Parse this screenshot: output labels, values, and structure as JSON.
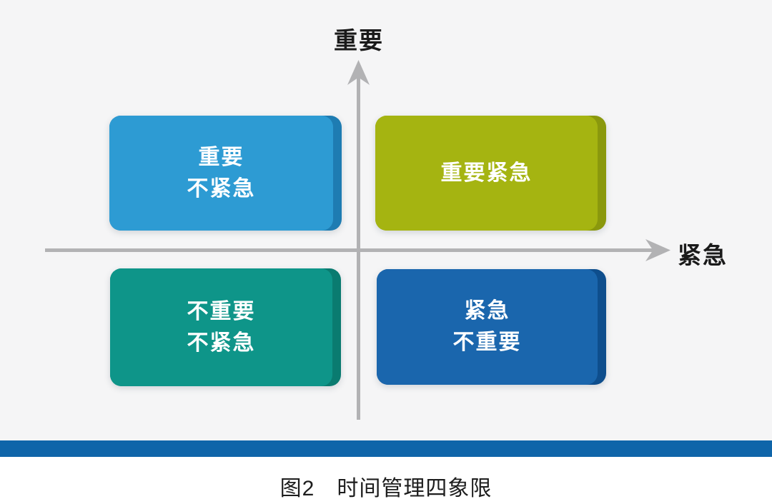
{
  "figure_caption": "图2　时间管理四象限",
  "caption_color": "#1d1d1d",
  "background_color": "#f5f5f6",
  "footer_background": "#ffffff",
  "divider_bar_color": "#0f65a9",
  "quadrant_text_color": "#ffffff",
  "axes": {
    "y_label": "重要",
    "x_label": "紧急",
    "line_color": "#b2b2b4",
    "label_color": "#1a1a1a"
  },
  "quadrants": [
    {
      "name": "important-not-urgent",
      "lines": [
        "重要",
        "不紧急"
      ],
      "fill": "#2d9bd3",
      "edge": "#1e7cb2"
    },
    {
      "name": "important-urgent",
      "lines": [
        "重要紧急"
      ],
      "fill": "#a5b411",
      "edge": "#8a980d"
    },
    {
      "name": "not-important-not-urgent",
      "lines": [
        "不重要",
        "不紧急"
      ],
      "fill": "#0e9589",
      "edge": "#0a7b70"
    },
    {
      "name": "urgent-not-important",
      "lines": [
        "紧急",
        "不重要"
      ],
      "fill": "#1a66ad",
      "edge": "#0e4e8d"
    }
  ]
}
